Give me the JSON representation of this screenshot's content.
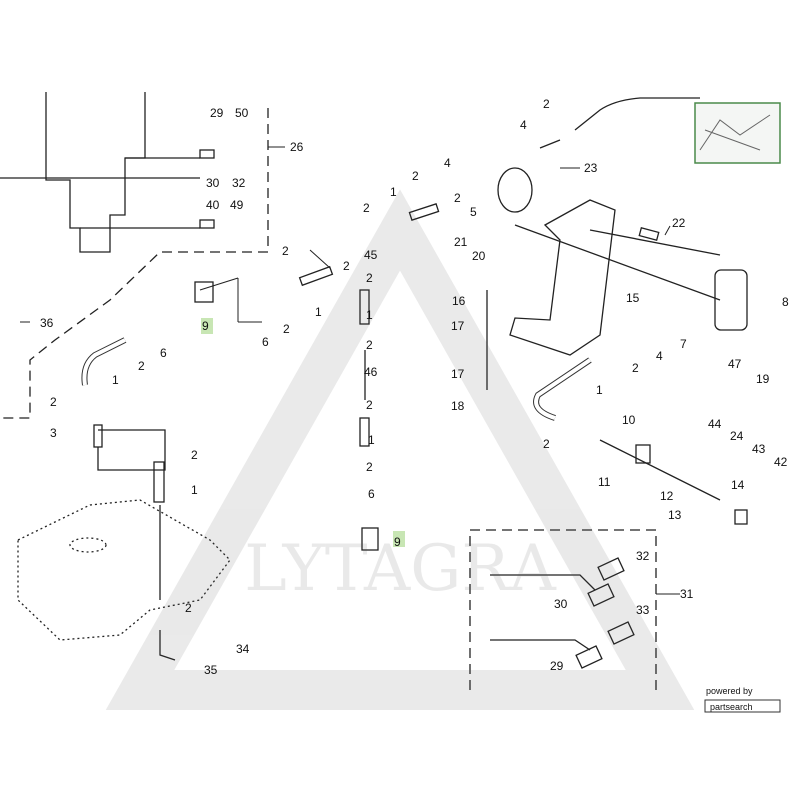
{
  "diagram": {
    "part_labels": [
      {
        "id": "p29",
        "text": "29"
      },
      {
        "id": "p50",
        "text": "50"
      },
      {
        "id": "p26",
        "text": "26"
      },
      {
        "id": "p30",
        "text": "30"
      },
      {
        "id": "p32",
        "text": "32"
      },
      {
        "id": "p40",
        "text": "40"
      },
      {
        "id": "p49",
        "text": "49"
      },
      {
        "id": "p36",
        "text": "36"
      },
      {
        "id": "p2a",
        "text": "2"
      },
      {
        "id": "p9a",
        "text": "9"
      },
      {
        "id": "p6a",
        "text": "6"
      },
      {
        "id": "p2b",
        "text": "2"
      },
      {
        "id": "p1a",
        "text": "1"
      },
      {
        "id": "p6b",
        "text": "6"
      },
      {
        "id": "p2c",
        "text": "2"
      },
      {
        "id": "p2d",
        "text": "2"
      },
      {
        "id": "p1b",
        "text": "1"
      },
      {
        "id": "p2e",
        "text": "2"
      },
      {
        "id": "p3",
        "text": "3"
      },
      {
        "id": "p2f",
        "text": "2"
      },
      {
        "id": "p1c",
        "text": "1"
      },
      {
        "id": "p2g",
        "text": "2"
      },
      {
        "id": "p34",
        "text": "34"
      },
      {
        "id": "p35",
        "text": "35"
      },
      {
        "id": "p2h",
        "text": "2"
      },
      {
        "id": "p1d",
        "text": "1"
      },
      {
        "id": "p2i",
        "text": "2"
      },
      {
        "id": "p45",
        "text": "45"
      },
      {
        "id": "p2j",
        "text": "2"
      },
      {
        "id": "p1e",
        "text": "1"
      },
      {
        "id": "p2k",
        "text": "2"
      },
      {
        "id": "p46",
        "text": "46"
      },
      {
        "id": "p2l",
        "text": "2"
      },
      {
        "id": "p1f",
        "text": "1"
      },
      {
        "id": "p2m",
        "text": "2"
      },
      {
        "id": "p6c",
        "text": "6"
      },
      {
        "id": "p9b",
        "text": "9"
      },
      {
        "id": "p2n",
        "text": "2"
      },
      {
        "id": "p4a",
        "text": "4"
      },
      {
        "id": "p2o",
        "text": "2"
      },
      {
        "id": "p4b",
        "text": "4"
      },
      {
        "id": "p5",
        "text": "5"
      },
      {
        "id": "p23",
        "text": "23"
      },
      {
        "id": "p21",
        "text": "21"
      },
      {
        "id": "p20",
        "text": "20"
      },
      {
        "id": "p22",
        "text": "22"
      },
      {
        "id": "p16",
        "text": "16"
      },
      {
        "id": "p17a",
        "text": "17"
      },
      {
        "id": "p17b",
        "text": "17"
      },
      {
        "id": "p18",
        "text": "18"
      },
      {
        "id": "p15",
        "text": "15"
      },
      {
        "id": "p8",
        "text": "8"
      },
      {
        "id": "p7",
        "text": "7"
      },
      {
        "id": "p4c",
        "text": "4"
      },
      {
        "id": "p2p",
        "text": "2"
      },
      {
        "id": "p1g",
        "text": "1"
      },
      {
        "id": "p47",
        "text": "47"
      },
      {
        "id": "p19",
        "text": "19"
      },
      {
        "id": "p2q",
        "text": "2"
      },
      {
        "id": "p10",
        "text": "10"
      },
      {
        "id": "p11",
        "text": "11"
      },
      {
        "id": "p12",
        "text": "12"
      },
      {
        "id": "p13",
        "text": "13"
      },
      {
        "id": "p14",
        "text": "14"
      },
      {
        "id": "p44",
        "text": "44"
      },
      {
        "id": "p24",
        "text": "24"
      },
      {
        "id": "p43",
        "text": "43"
      },
      {
        "id": "p42",
        "text": "42"
      },
      {
        "id": "p32b",
        "text": "32"
      },
      {
        "id": "p31",
        "text": "31"
      },
      {
        "id": "p30b",
        "text": "30"
      },
      {
        "id": "p33",
        "text": "33"
      },
      {
        "id": "p29b",
        "text": "29"
      },
      {
        "id": "p2r",
        "text": "2"
      }
    ],
    "highlight_color": "#c8e6b4",
    "watermark": "LYTAGRA",
    "footer": {
      "powered_by": "powered by",
      "brand": "partsearch"
    }
  }
}
